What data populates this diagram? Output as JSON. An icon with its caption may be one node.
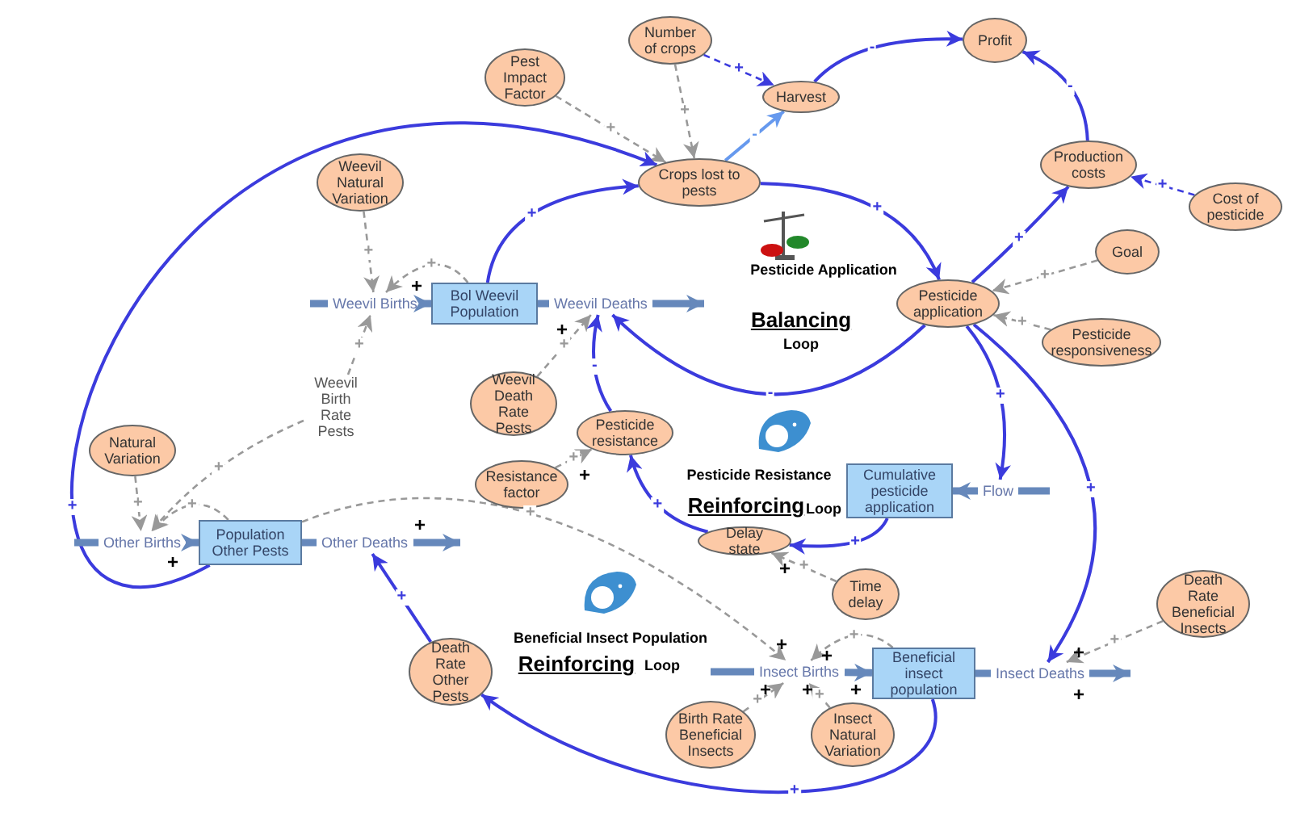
{
  "diagram": {
    "nodes": [
      {
        "text": [
          "Pest Impact Factor"
        ]
      },
      {
        "text": [
          "Number of crops"
        ]
      },
      {
        "text": [
          "Profit"
        ]
      },
      {
        "text": [
          "Harvest"
        ]
      },
      {
        "text": [
          "Crops lost to pests"
        ]
      },
      {
        "text": [
          "Production costs"
        ]
      },
      {
        "text": [
          "Weevil Natural Variation"
        ]
      },
      {
        "text": [
          "Cost of pesticide"
        ]
      },
      {
        "text": [
          "Weevil Births"
        ]
      },
      {
        "text": [
          "Bol Weevil Population"
        ]
      },
      {
        "text": [
          "Weevil Deaths"
        ]
      },
      {
        "text": [
          "Goal"
        ]
      },
      {
        "text": [
          "Pesticide application"
        ]
      },
      {
        "text": [
          "Pesticide responsiveness"
        ]
      },
      {
        "text": [
          "Weevil Birth Rate Pests"
        ]
      },
      {
        "text": [
          "Weevil Death Rate Pests"
        ]
      },
      {
        "text": [
          "Natural Variation"
        ]
      },
      {
        "text": [
          "Pesticide resistance"
        ]
      },
      {
        "text": [
          "Resistance factor"
        ]
      },
      {
        "text": [
          "Cumulative pesticide application"
        ]
      },
      {
        "text": [
          "Flow"
        ]
      },
      {
        "text": [
          "Other Births"
        ]
      },
      {
        "text": [
          "Population Other Pests"
        ]
      },
      {
        "text": [
          "Other Deaths"
        ]
      },
      {
        "text": [
          "Delay state"
        ]
      },
      {
        "text": [
          "Time delay"
        ]
      },
      {
        "text": [
          "Death Rate Other Pests"
        ]
      },
      {
        "text": [
          "Death Rate Beneficial Insects"
        ]
      },
      {
        "text": [
          "Insect Births"
        ]
      },
      {
        "text": [
          "Beneficial insect population"
        ]
      },
      {
        "text": [
          "Insect Deaths"
        ]
      },
      {
        "text": [
          "Birth Rate Beneficial Insects"
        ]
      },
      {
        "text": [
          "Insect Natural Variation"
        ]
      }
    ],
    "edges": [
      {
        "from": 0,
        "to": 4,
        "arrow": "to",
        "label": "+",
        "style": "dashed",
        "color": "#999999"
      },
      {
        "from": 1,
        "to": 4,
        "arrow": "to",
        "label": "+",
        "style": "dashed",
        "color": "#999999"
      },
      {
        "from": 1,
        "to": 3,
        "arrow": "to",
        "label": "+",
        "style": "dashed",
        "color": "#3b3bdd"
      },
      {
        "from": 4,
        "to": 3,
        "arrow": "to",
        "label": "-",
        "color": "#6699ee"
      },
      {
        "from": 3,
        "to": 2,
        "arrow": "to",
        "label": "-",
        "color": "#3b3bdd"
      },
      {
        "from": 5,
        "to": 2,
        "arrow": "to",
        "label": "-",
        "color": "#3b3bdd"
      },
      {
        "from": 7,
        "to": 5,
        "arrow": "to",
        "label": "+",
        "style": "dashed",
        "color": "#3b3bdd"
      },
      {
        "from": 12,
        "to": 5,
        "arrow": "to",
        "label": "+",
        "color": "#3b3bdd"
      },
      {
        "from": 4,
        "to": 12,
        "arrow": "to",
        "label": "+",
        "color": "#3b3bdd"
      },
      {
        "from": 11,
        "to": 12,
        "arrow": "to",
        "label": "+",
        "style": "dashed",
        "color": "#999999"
      },
      {
        "from": 13,
        "to": 12,
        "arrow": "to",
        "label": "+",
        "style": "dashed",
        "color": "#999999"
      },
      {
        "from": 12,
        "to": 10,
        "arrow": "to",
        "label": "-",
        "color": "#3b3bdd"
      },
      {
        "from": 12,
        "to": 20,
        "arrow": "to",
        "label": "+",
        "color": "#3b3bdd"
      },
      {
        "from": 12,
        "to": 30,
        "arrow": "to",
        "label": "+",
        "color": "#3b3bdd"
      },
      {
        "from": 9,
        "to": 4,
        "arrow": "to",
        "label": "+",
        "color": "#3b3bdd"
      },
      {
        "from": 22,
        "to": 4,
        "arrow": "to",
        "label": "+",
        "color": "#3b3bdd"
      },
      {
        "from": 6,
        "to": 8,
        "arrow": "to",
        "label": "+",
        "style": "dashed",
        "color": "#999999"
      },
      {
        "from": 9,
        "to": 8,
        "arrow": "to",
        "label": "+",
        "style": "dashed",
        "color": "#999999"
      },
      {
        "from": 14,
        "to": 8,
        "arrow": "to",
        "label": "+",
        "style": "dashed",
        "color": "#999999"
      },
      {
        "from": 15,
        "to": 10,
        "arrow": "to",
        "label": "+",
        "style": "dashed",
        "color": "#999999"
      },
      {
        "from": 17,
        "to": 10,
        "arrow": "to",
        "label": "-",
        "color": "#3b3bdd"
      },
      {
        "from": 18,
        "to": 17,
        "arrow": "to",
        "label": "+",
        "style": "dashed",
        "color": "#999999"
      },
      {
        "from": 24,
        "to": 17,
        "arrow": "to",
        "label": "+",
        "color": "#3b3bdd"
      },
      {
        "from": 19,
        "to": 24,
        "arrow": "to",
        "label": "+",
        "color": "#3b3bdd"
      },
      {
        "from": 25,
        "to": 24,
        "arrow": "to",
        "label": "+",
        "style": "dashed",
        "color": "#999999"
      },
      {
        "from": null,
        "to": 8,
        "arrow": "none",
        "style": "thick",
        "color": "#6688bb"
      },
      {
        "from": 8,
        "to": 9,
        "arrow": "to",
        "style": "thick",
        "color": "#6688bb"
      },
      {
        "from": 9,
        "to": 10,
        "arrow": "none",
        "style": "thick",
        "color": "#6688bb"
      },
      {
        "from": 10,
        "to": null,
        "arrow": "to",
        "style": "thick",
        "color": "#6688bb"
      },
      {
        "from": 16,
        "to": 21,
        "arrow": "to",
        "label": "+",
        "style": "dashed",
        "color": "#999999"
      },
      {
        "from": 14,
        "to": 21,
        "arrow": "to",
        "label": "+",
        "style": "dashed",
        "color": "#999999"
      },
      {
        "from": 22,
        "to": 21,
        "arrow": "to",
        "label": "+",
        "style": "dashed",
        "color": "#999999"
      },
      {
        "from": null,
        "to": 21,
        "arrow": "none",
        "style": "thick",
        "color": "#6688bb"
      },
      {
        "from": 21,
        "to": 22,
        "arrow": "to",
        "style": "thick",
        "color": "#6688bb"
      },
      {
        "from": 22,
        "to": 23,
        "arrow": "none",
        "style": "thick",
        "color": "#6688bb"
      },
      {
        "from": 23,
        "to": null,
        "arrow": "to",
        "style": "thick",
        "color": "#6688bb"
      },
      {
        "from": 22,
        "to": 28,
        "arrow": "to",
        "label": "+",
        "style": "dashed",
        "color": "#999999"
      },
      {
        "from": 26,
        "to": 23,
        "arrow": "to",
        "label": "+",
        "color": "#3b3bdd"
      },
      {
        "from": 29,
        "to": 26,
        "arrow": "to",
        "label": "+",
        "color": "#3b3bdd"
      },
      {
        "from": 27,
        "to": 30,
        "arrow": "to",
        "label": "+",
        "style": "dashed",
        "color": "#999999"
      },
      {
        "from": 31,
        "to": 28,
        "arrow": "to",
        "label": "+",
        "style": "dashed",
        "color": "#999999"
      },
      {
        "from": 32,
        "to": 28,
        "arrow": "to",
        "label": "+",
        "style": "dashed",
        "color": "#999999"
      },
      {
        "from": 29,
        "to": 28,
        "arrow": "to",
        "label": "+",
        "style": "dashed",
        "color": "#999999"
      },
      {
        "from": null,
        "to": 28,
        "arrow": "none",
        "style": "thick",
        "color": "#6688bb"
      },
      {
        "from": 28,
        "to": 29,
        "arrow": "to",
        "style": "thick",
        "color": "#6688bb"
      },
      {
        "from": 29,
        "to": 30,
        "arrow": "none",
        "style": "thick",
        "color": "#6688bb"
      },
      {
        "from": 30,
        "to": null,
        "arrow": "to",
        "style": "thick",
        "color": "#6688bb"
      },
      {
        "from": null,
        "to": 20,
        "arrow": "none",
        "style": "thick",
        "color": "#6688bb"
      },
      {
        "from": 20,
        "to": 19,
        "arrow": "to",
        "style": "thick",
        "color": "#6688bb"
      }
    ],
    "labels": [
      "Pesticide Application",
      "+",
      "Balancing",
      "+",
      "Loop",
      "Pesticide Resistance",
      "+",
      "Reinforcing",
      "Loop",
      "+",
      "+",
      "+",
      "Beneficial Insect Population",
      "+",
      "+",
      "+",
      "Reinforcing",
      "Loop",
      "+",
      "+",
      "+",
      "+"
    ]
  }
}
